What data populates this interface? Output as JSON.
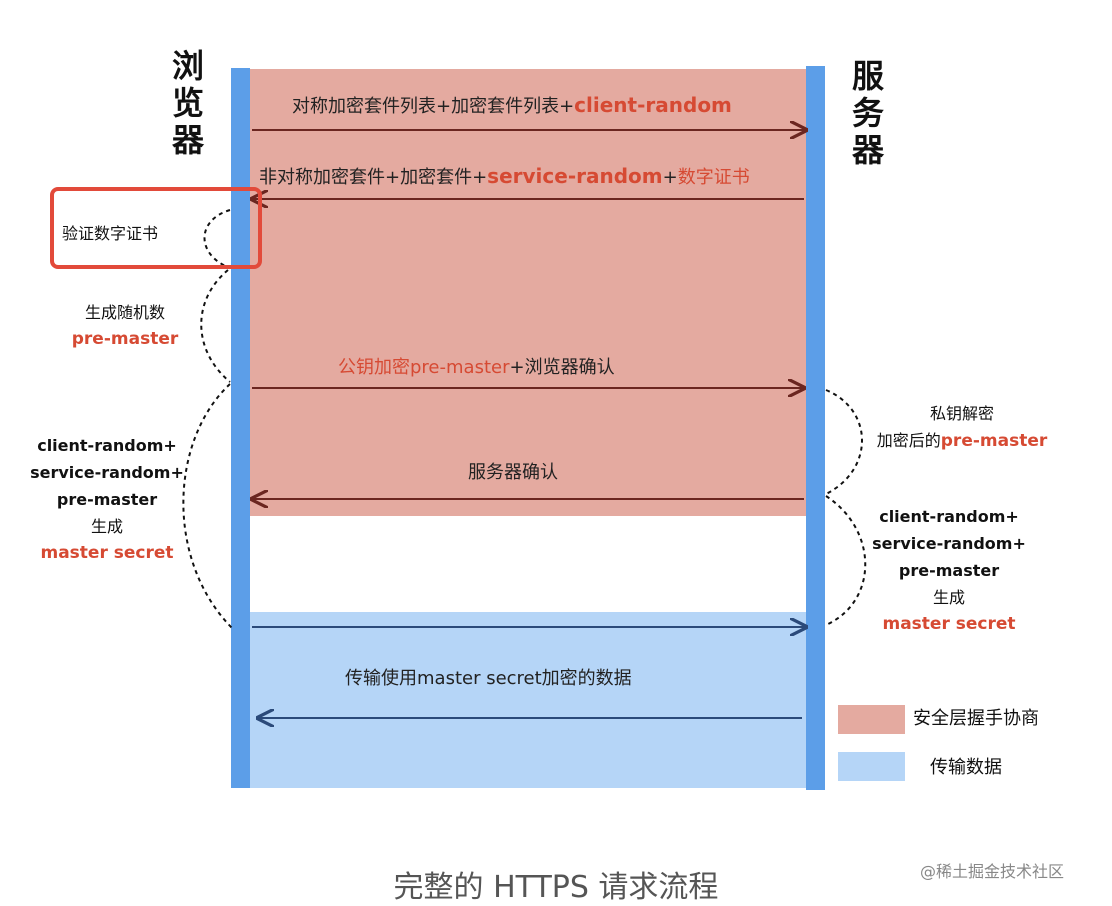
{
  "browser_title": "浏览器",
  "server_title": "服务器",
  "messages": [
    {
      "segments": [
        {
          "text": "对称加密套件列表+加密套件列表+",
          "style": "plain"
        },
        {
          "text": "client-random",
          "style": "red-bold"
        }
      ]
    },
    {
      "segments": [
        {
          "text": "非对称加密套件+加密套件+",
          "style": "plain"
        },
        {
          "text": "service-random",
          "style": "red-bold"
        },
        {
          "text": "+",
          "style": "plain"
        },
        {
          "text": "数字证书",
          "style": "red"
        }
      ]
    },
    {
      "segments": [
        {
          "text": "公钥加密pre-master",
          "style": "red"
        },
        {
          "text": "+浏览器确认",
          "style": "plain"
        }
      ]
    },
    {
      "segments": [
        {
          "text": "服务器确认",
          "style": "plain"
        }
      ]
    },
    {
      "segments": [
        {
          "text": "传输使用master secret加密的数据",
          "style": "plain"
        }
      ]
    }
  ],
  "verify_cert": "验证数字证书",
  "browser_notes": {
    "gen_random": {
      "line1": "生成随机数",
      "line2": "pre-master"
    },
    "gen_master": {
      "line1": "client-random+",
      "line2": "service-random+",
      "line3": "pre-master",
      "line4": "生成",
      "line5": "master secret"
    }
  },
  "server_notes": {
    "decrypt": {
      "line1": "私钥解密",
      "line2_prefix": "加密后的",
      "line2_hl": "pre-master"
    },
    "gen_master": {
      "line1": "client-random+",
      "line2": "service-random+",
      "line3": "pre-master",
      "line4": "生成",
      "line5": "master secret"
    }
  },
  "legend": [
    {
      "label": "安全层握手协商",
      "color": "#e4aaa0"
    },
    {
      "label": "传输数据",
      "color": "#b5d5f7"
    }
  ],
  "caption": "完整的 HTTPS 请求流程",
  "watermark": "@稀土掘金技术社区",
  "colors": {
    "handshake_zone": "#e4aaa0",
    "transfer_zone": "#b5d5f7",
    "lifeline": "#5c9ee8",
    "highlight_red": "#d64a33",
    "box_red": "#e24a3a",
    "arrow_handshake": "#6b2620",
    "arrow_transfer": "#2b4a7a"
  },
  "arrows": [
    {
      "direction": "to-server",
      "phase": "handshake"
    },
    {
      "direction": "to-browser",
      "phase": "handshake"
    },
    {
      "direction": "to-server",
      "phase": "handshake"
    },
    {
      "direction": "to-browser",
      "phase": "handshake"
    },
    {
      "direction": "to-server",
      "phase": "transfer"
    },
    {
      "direction": "to-browser",
      "phase": "transfer"
    }
  ]
}
